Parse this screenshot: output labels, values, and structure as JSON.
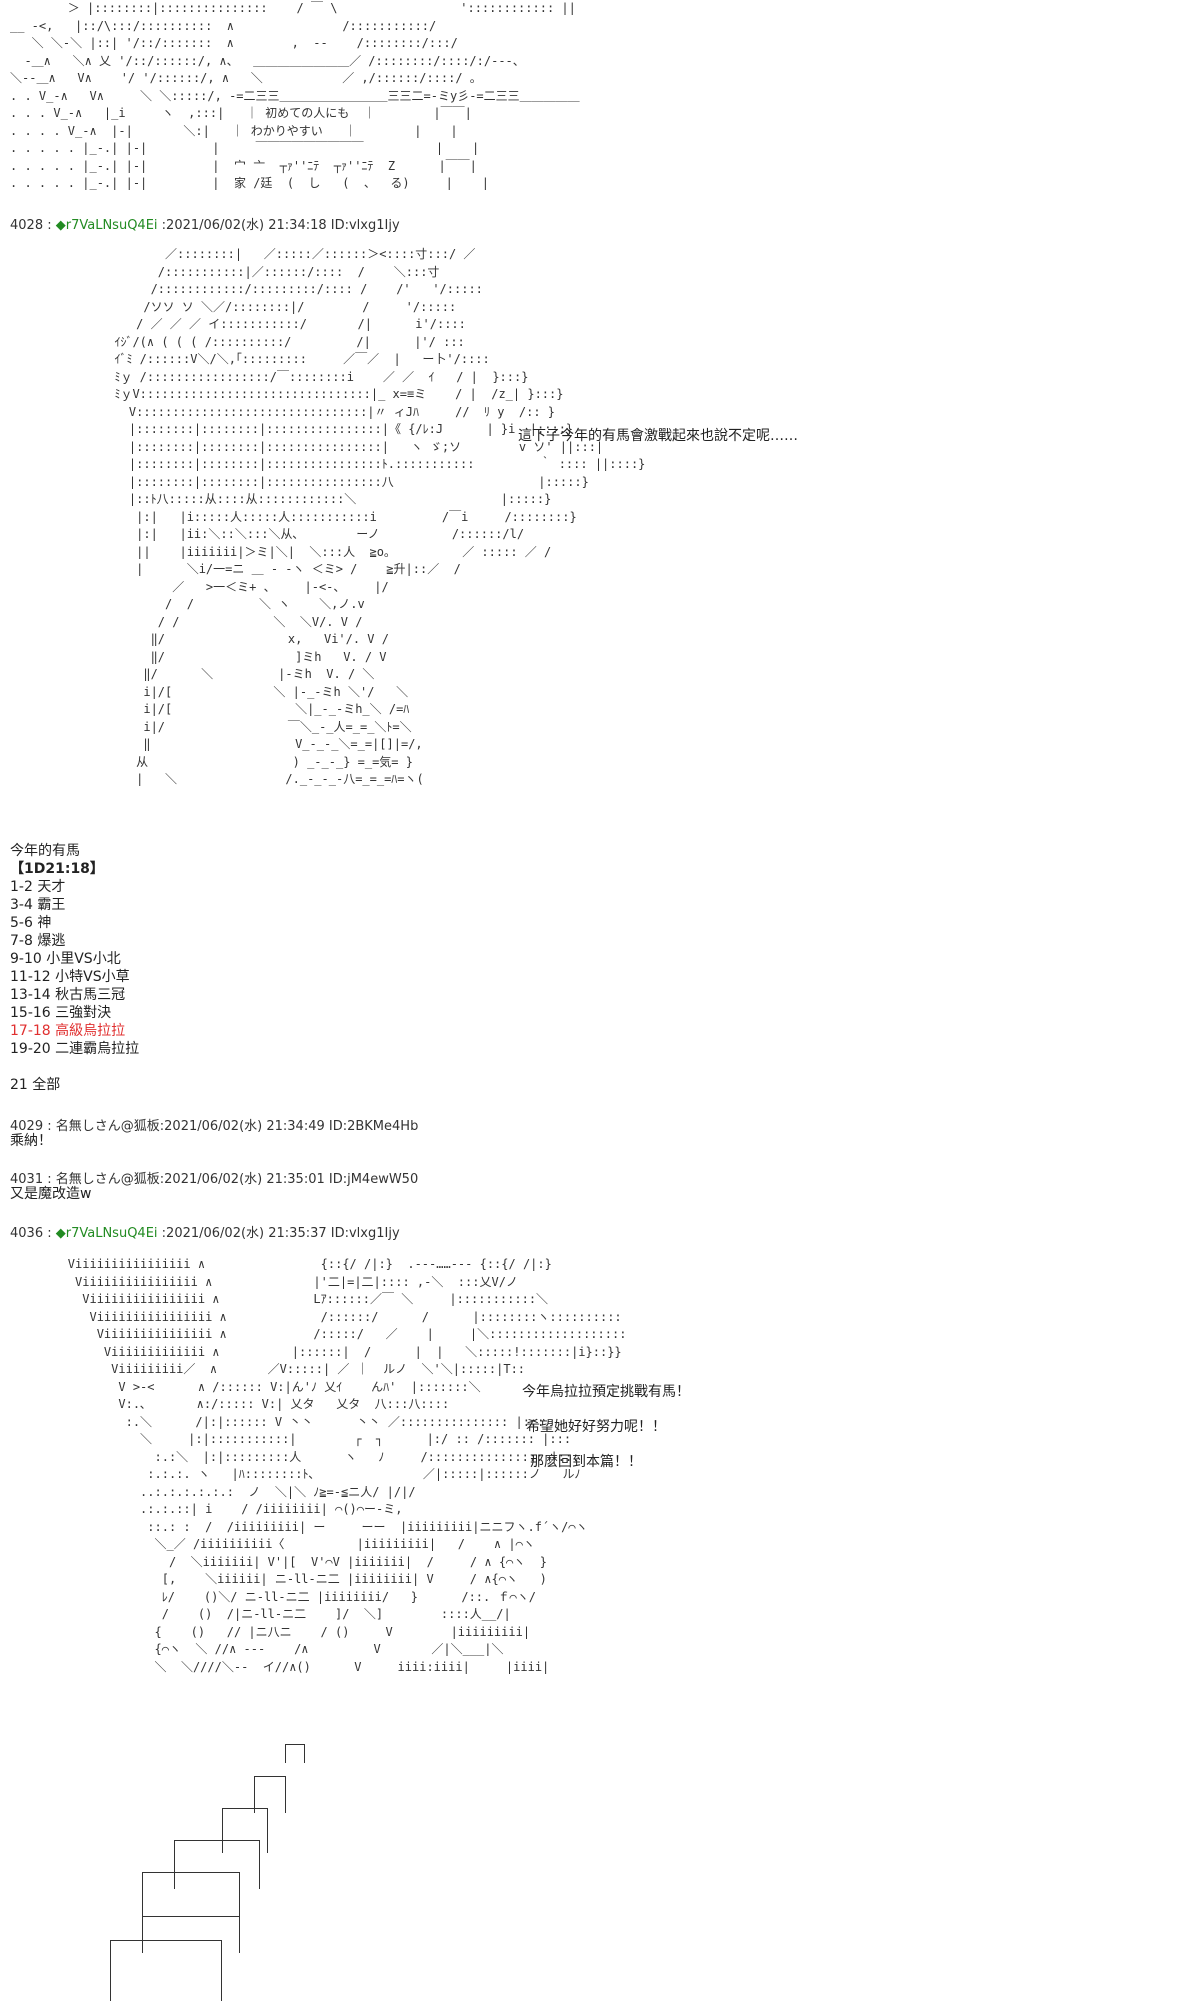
{
  "top_aa": "        ＞ |::::::::|:::::::::::::::    / ￣ \\                 ':::::::::::: ||\n__ -<,   |::/\\:::/::::::::::  ∧               /:::::::::::/\n   ＼ ＼-＼ |::| '/::/:::::::  ∧        ,  ‐‐    /::::::::/:::/\n  -＿∧   ＼∧ 乂 '/::/::::::/, ∧、  ＿＿＿＿＿＿＿＿／ /::::::::/::::/:/‐--、\n＼‐-＿∧   V∧    '/ '/::::::/, ∧   ＼           ／ ,/::::::/::::/ 。\n. . V_-∧   V∧     ＼ ＼:::::/, -=二三三＿＿＿＿＿＿＿＿＿三三二=-ミy彡-=二三三＿＿＿＿＿\n. . . V_-∧   |_i     ヽ  ,:::|   ｜ 初めての人にも  ｜        |￣￣|\n. . . . V_-∧  |‐|       ＼:|   ｜ わかりやすい   ｜        |    |\n. . . . . |_-.| |‐|         |     ￣￣￣￣￣￣￣￣￣          |    |\n. . . . . |_-.| |‐|         |  宀 亠  ┬ｧ''ﾆﾃ  ┬ｧ''ﾆﾃ  Z      |￣￣|\n. . . . . |_-.| |‐|         |  家 /廷  (  し   (  、  る)     |    |",
  "posts": [
    {
      "num": "4028",
      "sep": " : ",
      "diamond": "◆",
      "name": "r7VaLNsuQ4Ei",
      "meta": " :2021/06/02(水) 21:34:18 ID:vlxg1Ijy"
    },
    {
      "num": "4029",
      "sep": " : ",
      "name": "名無しさん@狐板",
      "meta": ":2021/06/02(水) 21:34:49 ID:2BKMe4Hb",
      "body": "乘納！"
    },
    {
      "num": "4031",
      "sep": " : ",
      "name": "名無しさん@狐板",
      "meta": ":2021/06/02(水) 21:35:01 ID:jM4ewW50",
      "body": "又是魔改造w"
    },
    {
      "num": "4036",
      "sep": " : ",
      "diamond": "◆",
      "name": "r7VaLNsuQ4Ei",
      "meta": " :2021/06/02(水) 21:35:37 ID:vlxg1Ijy"
    }
  ],
  "girl_aa": "         ／::::::::|   ／:::::／::::::＞<::::寸:::/ ／\n        /:::::::::::|／::::::/::::  /    ＼:::寸\n       /::::::::::::/:::::::::/:::: /    /'   '/:::::\n      /ソソ ソ ＼／/::::::::|/        /     '/:::::\n     / ／ ／ ／ イ:::::::::::/       /|      i'/::::\n  ｲｼﾞ/(∧ ( ( ( /::::::::::/         /|      |'/ :::\n  ｲﾞﾐ /::::::V＼/＼,｢:::::::::     ／￣／  |   ー卜'/::::\n  ﾐｙ /:::::::::::::::::/￣::::::::i    ／ ／  ｲ   / |  }:::}\n  ﾐｙV::::::::::::::::::::::::::::::::|_ x=≡ミ    / |  /z_| }:::}\n    V::::::::::::::::::::::::::::::::|〃 ィJﾊ     //  ﾘ y  /:: }\n    |::::::::|::::::::|::::::::::::::::|《 {/ﾚ:J      | }i  |::::}\n    |::::::::|::::::::|::::::::::::::::|   ヽ ゞ;ソ        v ソ' ||:::|\n    |::::::::|::::::::|::::::::::::::::ﾄ.:::::::::::         ｀ :::: ||::::}\n    |::::::::|::::::::|::::::::::::::::八                    |:::::}\n    |::ﾄ八:::::从::::从::::::::::::＼                    |:::::}\n     |:|   |i:::::人:::::人:::::::::::i         /￣i     /::::::::}\n     |:|   |ii:＼::＼:::＼从､        ーノ          /::::::/l/\n     ||    |iiiiiii|＞ミ|＼|  ＼:::人  ≧o｡          ／ ::::: ／ /\n     |      ＼i/一=ニ ＿ ‐ ‐ヽ ＜ミ> /    ≧升|::／  /\n          ／   >一＜ミ+ 、    |-<-、    |/\n         /  /         ＼ ヽ    ＼,ノ.v\n        / /             ＼  ＼V/. V /\n       ‖/                 x,   Vi'/. V /\n       ‖/                  ]ミh   V. / V\n      ‖/      ＼         |-ミh  V. / ＼\n      i|/[              ＼ |-_-ミh ＼'/   ＼\n      i|/[                 ＼|_-_-ミh_＼ /=ﾊ\n      i|/                 ￣＼_-_人=_=_＼ﾄ=＼\n      ‖                    V_-_-_＼=_=|[]|=/,\n     从                    ) _-_-_} =_=気= }\n     |   ＼               /._-_-_-八=_=_=ﾊ=ヽ(",
  "girl_bubble": "這下子今年的有馬會激戰起來也說不定呢……",
  "rolls_title": "今年的有馬",
  "rolls_dice": "【1D21:18】",
  "rolls": [
    {
      "range": "1-2",
      "label": "天才"
    },
    {
      "range": "3-4",
      "label": "霸王"
    },
    {
      "range": "5-6",
      "label": "神"
    },
    {
      "range": "7-8",
      "label": "爆逃"
    },
    {
      "range": "9-10",
      "label": "小里VS小北"
    },
    {
      "range": "11-12",
      "label": "小特VS小草"
    },
    {
      "range": "13-14",
      "label": "秋古馬三冠"
    },
    {
      "range": "15-16",
      "label": "三強對決"
    },
    {
      "range": "17-18",
      "label": "高級烏拉拉",
      "highlight": true
    },
    {
      "range": "19-20",
      "label": "二連霸烏拉拉"
    }
  ],
  "rolls_all": "21  全部",
  "girl2_aa": "        Viiiiiiiiiiiiiiii ∧                {::{/ /|:}  .‐‐-……‐‐- {::{/ /|:}\n         Viiiiiiiiiiiiiiii ∧              |'二|=|二|:::: ,‐＼  :::乂V/ノ\n          Viiiiiiiiiiiiiiii ∧             Lｱ::::::／￣ ＼     |:::::::::::＼\n           Viiiiiiiiiiiiiiii ∧             /::::::/      /      |::::::::ヽ::::::::::\n            Viiiiiiiiiiiiiii ∧            /:::::/   ／    |     |＼:::::::::::::::::::\n             Viiiiiiiiiiiii ∧          |::::::|  /      |  |   ＼:::::!:::::::|i}::}}\n              Viiiiiiiii／  ∧       ／V:::::| ／ ｜  ルノ  ＼'＼|:::::|T::\n               V >-<      ∧ /:::::: V:|ん'ﾉ 乂ｲ    んﾊ'  |:::::::＼\n               V:.､       ∧:/::::: V:| 乂タ   乂タ  八:::八::::\n                :.＼      /|:|:::::: V 丶丶      丶丶 ／::::::::::::::: |:::\n                  ＼     |:|:::::::::::|        ┌  ┐      |:/ :: /::::::: |:::\n                    :.:＼  |:|:::::::::人      ヽ   ﾉ     /:::::::::::::::: |:::\n                   :.:.:. ヽ   |ﾊ::::::::ﾄ､               ／|:::::|::::::ノ   ルﾉ\n                  ..:.:.:.:.:.:  ノ  ＼|＼ ﾉ≧=‐≦ニ人/ |/|/\n                  .:.:.::| i    / /iiiiiiii| ⌒()⌒ー‐ミ,\n                   ::.: :  /  /iiiiiiiii| ー     ーー  |iiiiiiiii|ニニフヽ.f´ヽ/⌒ヽ\n                    ＼_／ /iiiiiiiiii〈          |iiiiiiiii|   /    ∧ |⌒ヽ\n                      /  ＼iiiiiii| V'|[  V'⌒V |iiiiiii|  /     / ∧ {⌒ヽ  }\n                     [,    ＼iiiiii| ニ-ll-ニ二 |iiiiiiii| V     / ∧{⌒ヽ   )\n                     ﾚ/    ()＼/ ニ-ll-ニ二 |iiiiiiii/   }      /::. ｆ⌒ヽ/\n                     /    ()  /|ニ-ll-ニ二    ]/  ＼]        ::::人__/|\n                    {    ()   // |ニ八ニ    / ()     V        |iiiiiiiii|\n                    {⌒ヽ  ＼ //∧ ‐‐‐    /∧         V       ／|＼___|＼\n                    ＼  ＼////＼‐‐  イ//∧()      V     iiii:iiii|     |iiii|",
  "girl2_bubble": [
    "今年烏拉拉預定挑戰有馬！",
    "希望她好好努力呢！！",
    "那麽回到本篇！！"
  ]
}
